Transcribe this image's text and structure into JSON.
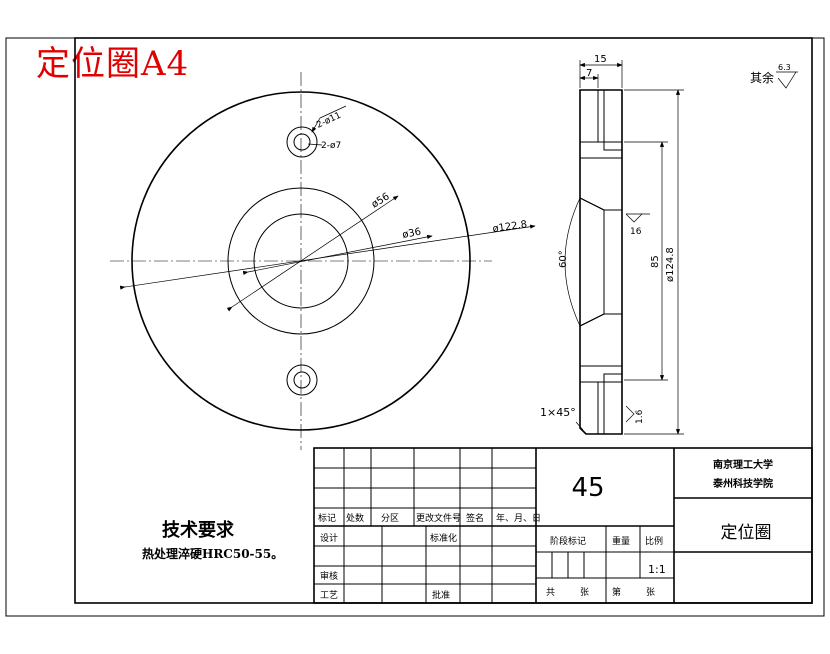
{
  "sheet_label": "定位圈A4",
  "front_view": {
    "hole_small_d": "2-ø7",
    "hole_large_d": "2-ø11",
    "dia_56": "ø56",
    "dia_36": "ø36",
    "dia_outer": "ø122.8"
  },
  "section_view": {
    "width_total": "15",
    "width_step": "7",
    "angle": "60°",
    "dia_85": "85",
    "dia_124_8": "ø124.8",
    "chamfer": "1×45°",
    "roughness_inner": "16",
    "roughness_bottom": "1.6"
  },
  "roughness_note": {
    "label": "其余",
    "value": "6.3"
  },
  "tech_requirements": {
    "title": "技术要求",
    "line1": "热处理淬硬HRC50-55。"
  },
  "title_block": {
    "material": "45",
    "school_line1": "南京理工大学",
    "school_line2": "泰州科技学院",
    "part_name": "定位圈",
    "scale": "1:1",
    "headers": [
      "标记",
      "处数",
      "分区",
      "更改文件号",
      "签名",
      "年、月、日"
    ],
    "row_design": "设计",
    "row_std": "标准化",
    "row_review": "审核",
    "row_process": "工艺",
    "row_approve": "批准",
    "stage_mark": "阶段标记",
    "weight": "重量",
    "ratio": "比例",
    "total": "共",
    "sheets": "张",
    "page": "第",
    "page_sheet": "张"
  }
}
